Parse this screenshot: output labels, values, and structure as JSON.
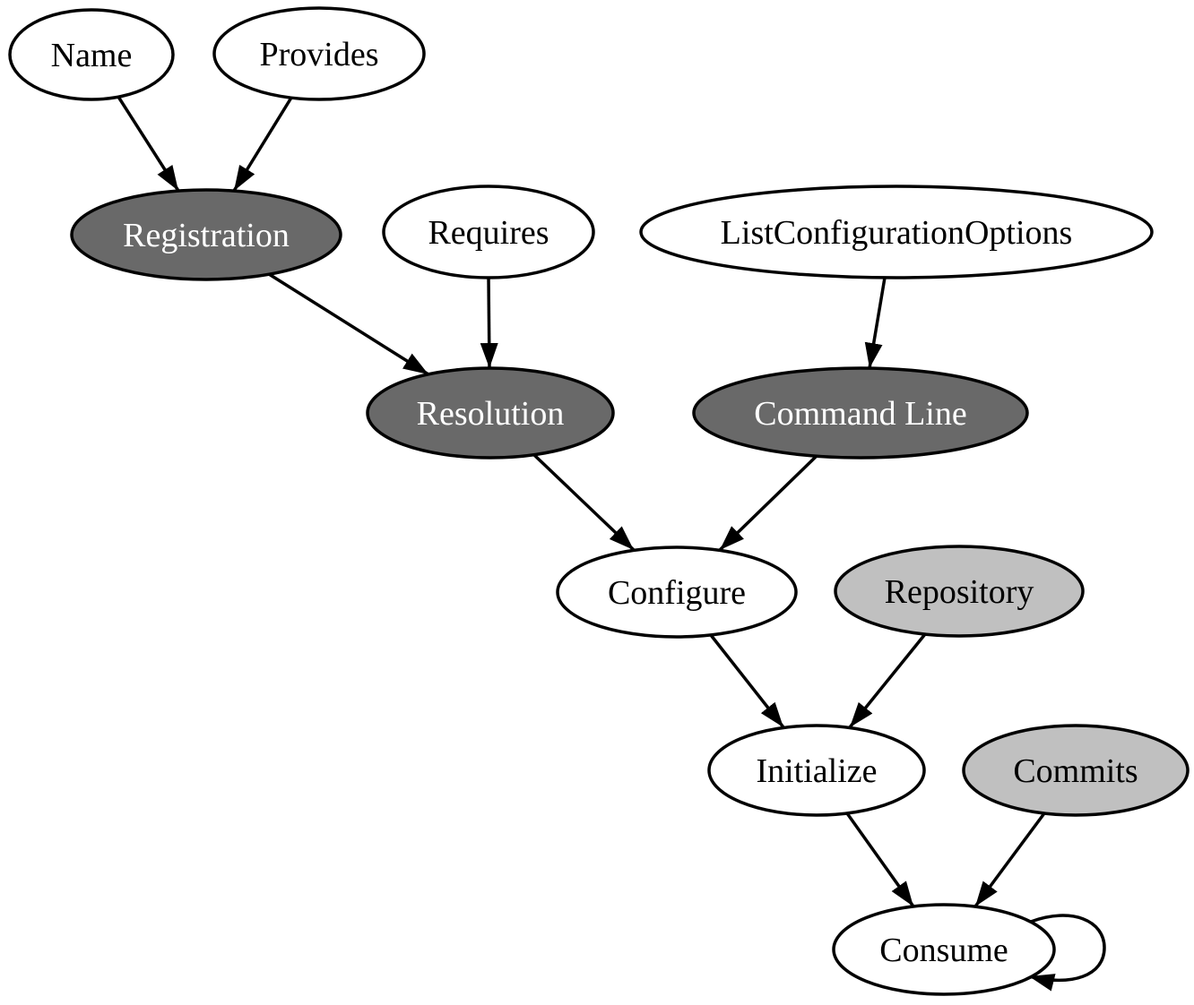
{
  "diagram": {
    "type": "directed-graph",
    "colors": {
      "background": "#ffffff",
      "edge": "#000000",
      "node_outline": "#000000",
      "dark_fill": "#696969",
      "light_fill": "#c0c0c0",
      "white_fill": "#ffffff",
      "dark_node_text": "#ffffff",
      "light_node_text": "#000000"
    },
    "nodes": {
      "name": {
        "label": "Name",
        "fill": "#ffffff",
        "text_color": "#000000"
      },
      "provides": {
        "label": "Provides",
        "fill": "#ffffff",
        "text_color": "#000000"
      },
      "registration": {
        "label": "Registration",
        "fill": "#696969",
        "text_color": "#ffffff"
      },
      "requires": {
        "label": "Requires",
        "fill": "#ffffff",
        "text_color": "#000000"
      },
      "list_configuration_options": {
        "label": "ListConfigurationOptions",
        "fill": "#ffffff",
        "text_color": "#000000"
      },
      "resolution": {
        "label": "Resolution",
        "fill": "#696969",
        "text_color": "#ffffff"
      },
      "command_line": {
        "label": "Command Line",
        "fill": "#696969",
        "text_color": "#ffffff"
      },
      "configure": {
        "label": "Configure",
        "fill": "#ffffff",
        "text_color": "#000000"
      },
      "repository": {
        "label": "Repository",
        "fill": "#c0c0c0",
        "text_color": "#000000"
      },
      "initialize": {
        "label": "Initialize",
        "fill": "#ffffff",
        "text_color": "#000000"
      },
      "commits": {
        "label": "Commits",
        "fill": "#c0c0c0",
        "text_color": "#000000"
      },
      "consume": {
        "label": "Consume",
        "fill": "#ffffff",
        "text_color": "#000000"
      }
    },
    "edges": [
      {
        "from": "Name",
        "to": "Registration"
      },
      {
        "from": "Provides",
        "to": "Registration"
      },
      {
        "from": "Registration",
        "to": "Resolution"
      },
      {
        "from": "Requires",
        "to": "Resolution"
      },
      {
        "from": "ListConfigurationOptions",
        "to": "Command Line"
      },
      {
        "from": "Resolution",
        "to": "Configure"
      },
      {
        "from": "Command Line",
        "to": "Configure"
      },
      {
        "from": "Configure",
        "to": "Initialize"
      },
      {
        "from": "Repository",
        "to": "Initialize"
      },
      {
        "from": "Initialize",
        "to": "Consume"
      },
      {
        "from": "Commits",
        "to": "Consume"
      },
      {
        "from": "Consume",
        "to": "Consume",
        "self_loop": true
      }
    ]
  }
}
